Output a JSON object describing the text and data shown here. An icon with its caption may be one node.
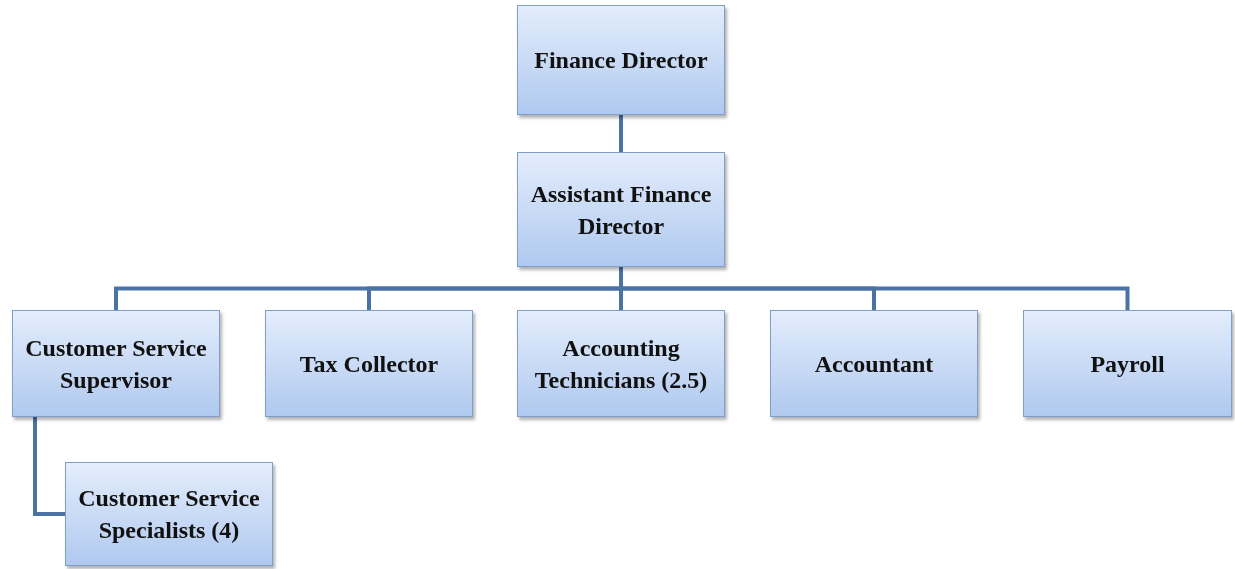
{
  "diagram": {
    "nodes": [
      {
        "text": [
          "Finance Director"
        ]
      },
      {
        "text": [
          "Assistant Finance Director"
        ]
      },
      {
        "text": [
          "Customer Service Supervisor"
        ]
      },
      {
        "text": [
          "Tax Collector"
        ]
      },
      {
        "text": [
          "Accounting Technicians (2.5)"
        ]
      },
      {
        "text": [
          "Accountant"
        ]
      },
      {
        "text": [
          "Payroll"
        ]
      },
      {
        "text": [
          "Customer Service Specialists (4)"
        ]
      }
    ],
    "edges": [
      {
        "from": 0,
        "to": 1,
        "arrow": "none"
      },
      {
        "from": 1,
        "to": 2,
        "arrow": "none"
      },
      {
        "from": 1,
        "to": 3,
        "arrow": "none"
      },
      {
        "from": 1,
        "to": 4,
        "arrow": "none"
      },
      {
        "from": 1,
        "to": 5,
        "arrow": "none"
      },
      {
        "from": 1,
        "to": 6,
        "arrow": "none"
      },
      {
        "from": 2,
        "to": 7,
        "arrow": "none"
      }
    ]
  }
}
